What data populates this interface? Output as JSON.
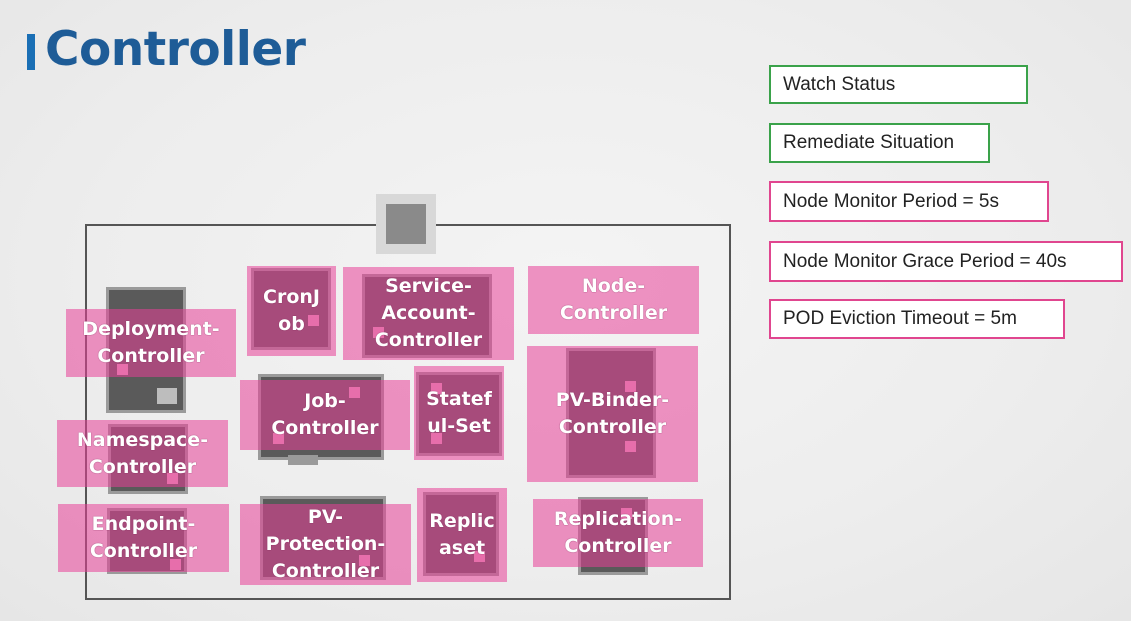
{
  "title": "Controller",
  "controllers": [
    {
      "key": "deployment",
      "label": "Deployment-\nController"
    },
    {
      "key": "cronjob",
      "label": "CronJ\nob"
    },
    {
      "key": "service-account",
      "label": "Service-\nAccount-\nController"
    },
    {
      "key": "node",
      "label": "Node-\nController"
    },
    {
      "key": "job",
      "label": "Job-\nController"
    },
    {
      "key": "stateful-set",
      "label": "Statef\nul-Set"
    },
    {
      "key": "pv-binder",
      "label": "PV-Binder-\nController"
    },
    {
      "key": "namespace",
      "label": "Namespace-\nController"
    },
    {
      "key": "endpoint",
      "label": "Endpoint-\nController"
    },
    {
      "key": "pv-protection",
      "label": "PV-\nProtection-\nController"
    },
    {
      "key": "replicaset",
      "label": "Replic\naset"
    },
    {
      "key": "replication",
      "label": "Replication-\nController"
    }
  ],
  "info_boxes": [
    {
      "label": "Watch Status",
      "style": "green"
    },
    {
      "label": "Remediate Situation",
      "style": "green"
    },
    {
      "label": "Node Monitor Period = 5s",
      "style": "pink"
    },
    {
      "label": "Node Monitor Grace Period = 40s",
      "style": "pink"
    },
    {
      "label": "POD Eviction Timeout = 5m",
      "style": "pink"
    }
  ],
  "colors": {
    "title": "#1e5c97",
    "accent_bar": "#1a6fb5",
    "green_border": "#3aa24a",
    "pink_border": "#e0468f",
    "controller_fill": "#e84098"
  }
}
